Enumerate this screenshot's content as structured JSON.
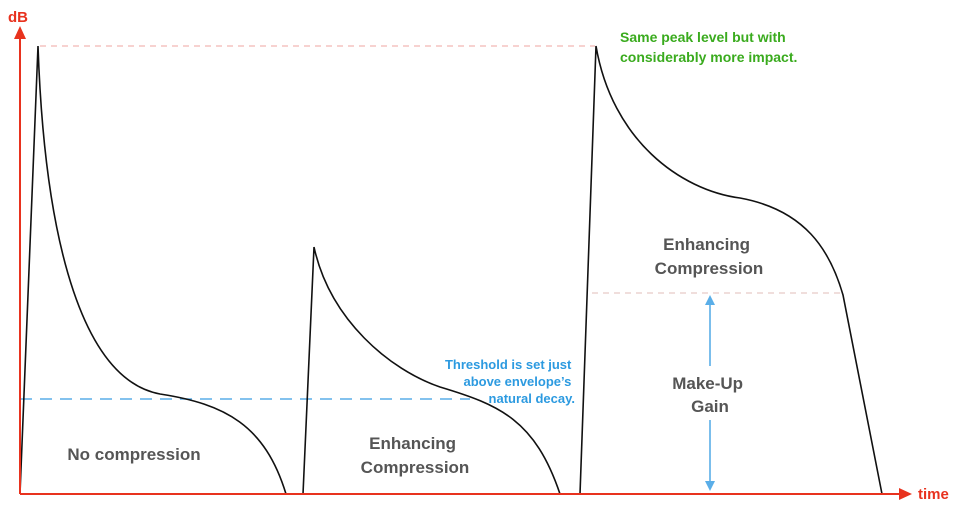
{
  "axes": {
    "y_label": "dB",
    "x_label": "time"
  },
  "regions": {
    "no_compression": "No compression",
    "enhancing_1_line1": "Enhancing",
    "enhancing_1_line2": "Compression",
    "enhancing_2_line1": "Enhancing",
    "enhancing_2_line2": "Compression"
  },
  "threshold_note": {
    "line1": "Threshold is set just",
    "line2": "above envelope’s",
    "line3": "natural decay."
  },
  "peak_note": {
    "line1": "Same peak level but with",
    "line2": "considerably more impact."
  },
  "makeup_gain": {
    "line1": "Make-Up",
    "line2": "Gain"
  },
  "colors": {
    "axis": "#e8321e",
    "envelope": "#111111",
    "threshold": "#5aaee8",
    "peak_guide": "#f2b8b4",
    "makeup_guide": "#e6c9c6",
    "impact_text": "#3aab1e",
    "note_text": "#2c9ae0",
    "region_text": "#555555"
  }
}
